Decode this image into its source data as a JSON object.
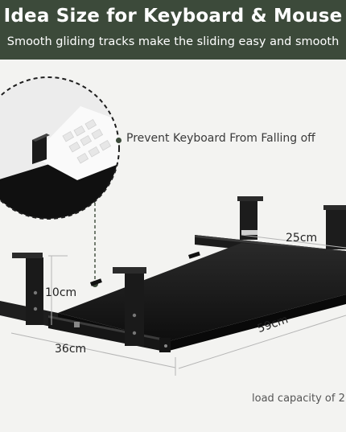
{
  "banner": {
    "title": "Idea Size for Keyboard & Mouse",
    "subtitle": "Smooth gliding tracks make the sliding easy and smooth"
  },
  "feature": {
    "text": "Prevent Keyboard From Falling off",
    "bullet_color": "#3c4a3a"
  },
  "dimensions": {
    "width": "25cm",
    "height": "10cm",
    "depth": "36cm",
    "length": "59cm"
  },
  "footer": {
    "load_text": "load capacity of 2"
  },
  "colors": {
    "banner": "#3c4a3a",
    "background": "#f3f3f1",
    "tray": "#141414",
    "accent": "#3c4a3a"
  },
  "icons": [
    "keyboard-closeup-image",
    "keyboard-tray-image"
  ]
}
